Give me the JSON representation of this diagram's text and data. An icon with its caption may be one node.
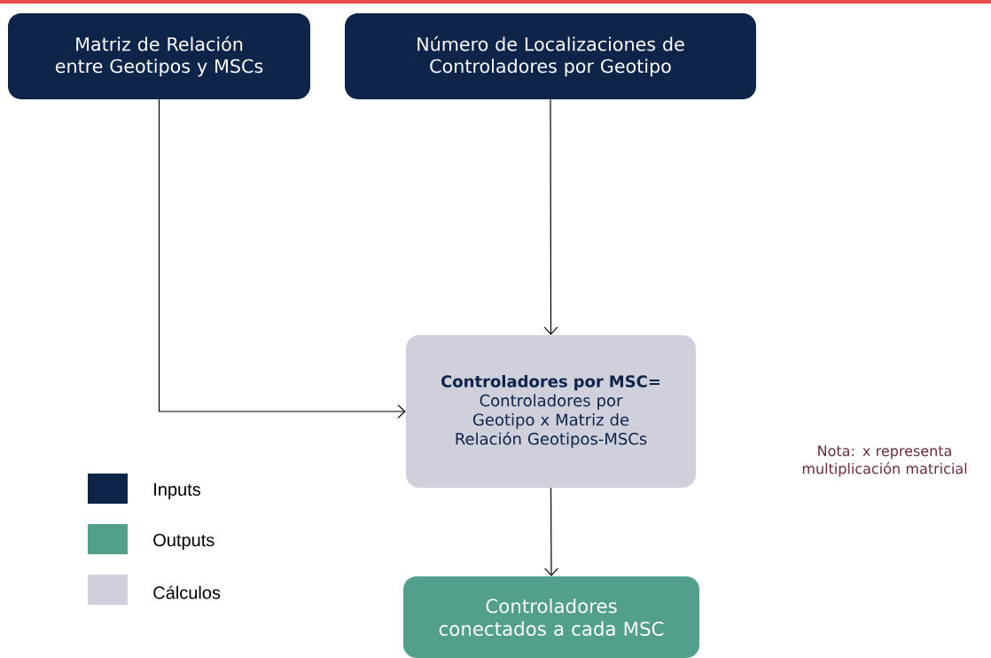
{
  "diagram": {
    "nodes": [
      {
        "text": [
          "Matriz de Relación entre Geotipos y MSCs"
        ]
      },
      {
        "text": [
          "Número de Localizaciones de Controladores por Geotipo"
        ]
      },
      {
        "text": [
          "Controladores por MSC=",
          "Controladores por Geotipo x Matriz de Relación Geotipos-MSCs"
        ]
      },
      {
        "text": [
          "Controladores conectados a cada MSC"
        ]
      }
    ],
    "edges": [
      {
        "from": 0,
        "to": 2,
        "arrow": "to"
      },
      {
        "from": 1,
        "to": 2,
        "arrow": "to"
      },
      {
        "from": 2,
        "to": 3,
        "arrow": "to"
      }
    ],
    "labels": [
      "Nota: x representa multiplicación matricial"
    ],
    "legend": [
      {
        "text": "Inputs",
        "color": "#0e2549"
      },
      {
        "text": "Outputs",
        "color": "#52a08c"
      },
      {
        "text": "Cálculos",
        "color": "#d0d0dc"
      }
    ]
  }
}
